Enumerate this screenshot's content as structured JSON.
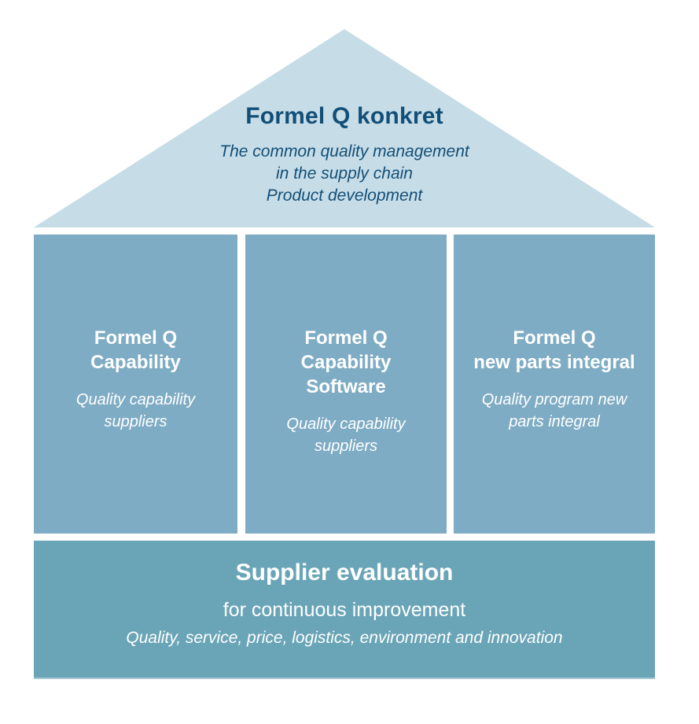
{
  "colors": {
    "roof_bg": "#c6dce6",
    "pillar_bg": "#7eacc4",
    "foundation_bg": "#6aa5b7",
    "foundation_edge": "#a9c9d3",
    "title_text": "#124f78",
    "light_text": "#ffffff"
  },
  "roof": {
    "title": "Formel Q konkret",
    "subtitle_lines": [
      "The common quality management",
      "in the supply chain",
      "Product development"
    ]
  },
  "pillars": [
    {
      "title_lines": [
        "Formel Q",
        "Capability"
      ],
      "subtitle_lines": [
        "Quality capability",
        "suppliers"
      ]
    },
    {
      "title_lines": [
        "Formel Q",
        "Capability",
        "Software"
      ],
      "subtitle_lines": [
        "Quality capability",
        "suppliers"
      ]
    },
    {
      "title_lines": [
        "Formel Q",
        "new parts integral"
      ],
      "subtitle_lines": [
        "Quality program new",
        "parts integral"
      ]
    }
  ],
  "foundation": {
    "title": "Supplier evaluation",
    "subtitle": "for continuous improvement",
    "detail": "Quality, service, price, logistics, environment and innovation"
  }
}
